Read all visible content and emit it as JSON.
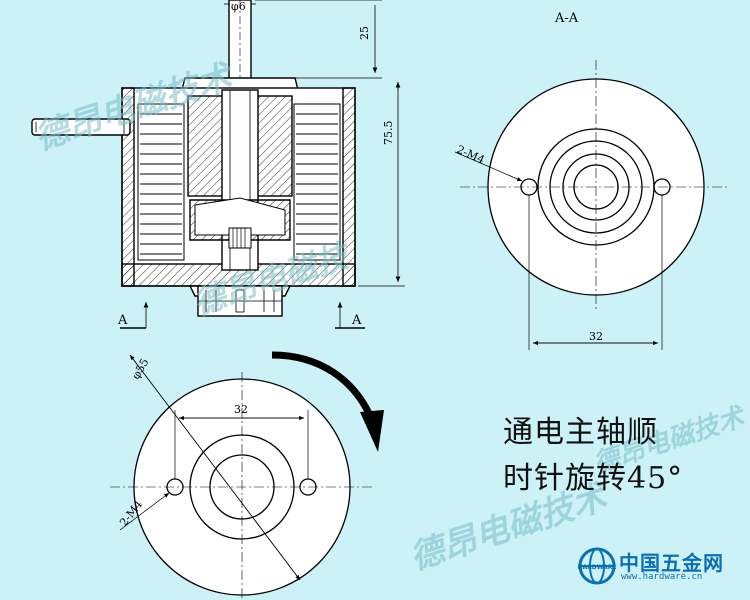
{
  "labels": {
    "section": "A-A",
    "cut_left": "A",
    "cut_right": "A",
    "shaft_dia": "φ6",
    "shaft_ext": "25",
    "height": "75.5",
    "hole_spacing_section": "32",
    "hole_spacing_bottom": "32",
    "holes_section": "2-M4",
    "holes_bottom": "2-M4",
    "outer_dia": "φ55"
  },
  "note": {
    "line1": "通电主轴顺",
    "line2": "时针旋转45°"
  },
  "watermarks": [
    "德昂电磁技术",
    "德昂电磁技",
    "德昂电磁技术",
    "德昂电磁技术"
  ],
  "logo": {
    "name": "中国五金网",
    "url": "www.hardware.cn",
    "badge": "HARDWARE"
  },
  "colors": {
    "background": "#ccf2f7",
    "line": "#000000",
    "logo": "#0b6fb6"
  }
}
